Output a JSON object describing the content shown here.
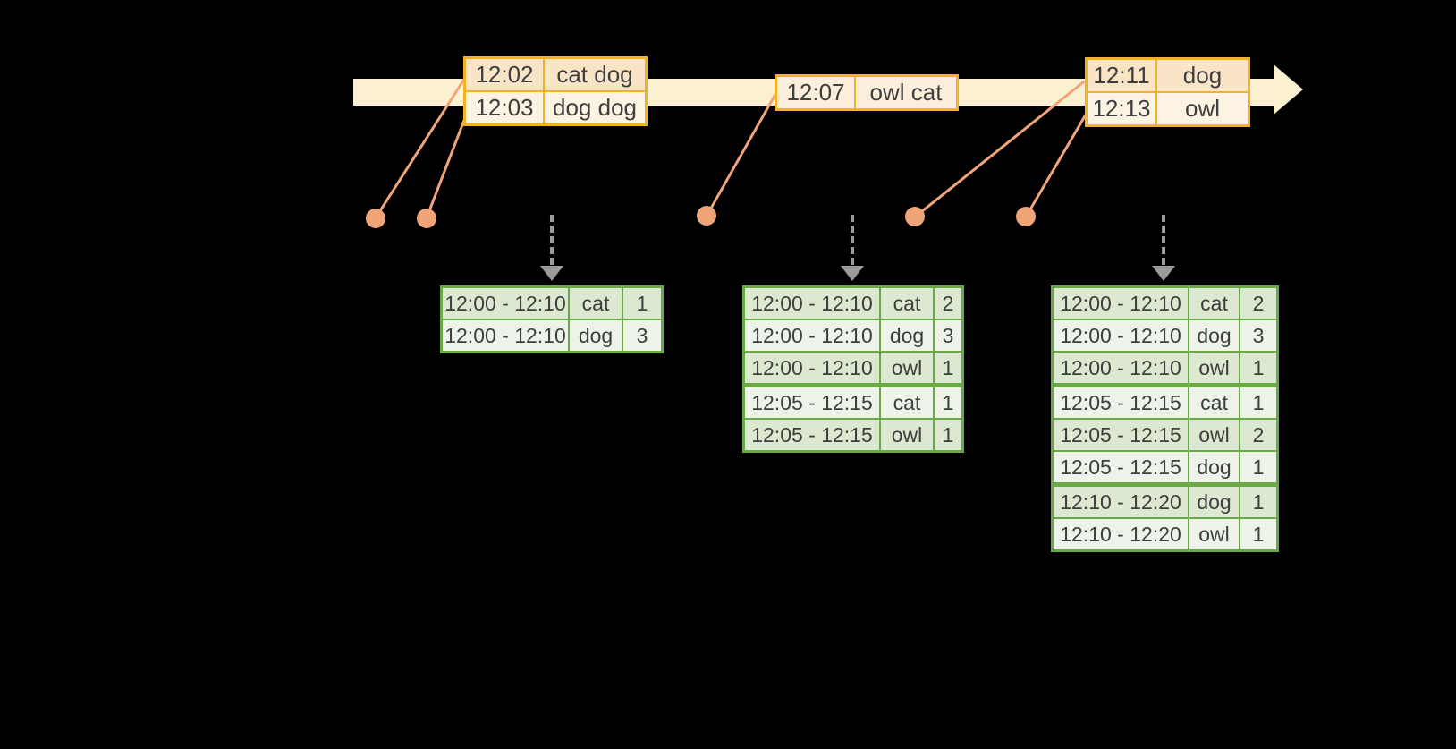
{
  "colors": {
    "background": "#000000",
    "timeline_band": "#fbf1d0",
    "gold_border": "#f1b224",
    "orange_row_dark": "#f9e4c6",
    "orange_row_light": "#fdf3e2",
    "orange_row_mid": "#fbeeda",
    "salmon": "#f0a579",
    "green_border": "#6aaa46",
    "green_row_dark": "#dce8d0",
    "green_row_light": "#eef3e9",
    "arrow_gray": "#9b9b9b",
    "text": "#3e3e3e"
  },
  "icons": {
    "timeline_arrow_head": "filled-right-triangle",
    "event_dot": "filled-circle",
    "down_arrow": "dashed-shaft-triangle-head"
  },
  "event_tables": [
    {
      "rows": [
        {
          "time": "12:02",
          "value": "cat dog"
        },
        {
          "time": "12:03",
          "value": "dog dog"
        }
      ]
    },
    {
      "rows": [
        {
          "time": "12:07",
          "value": "owl cat"
        }
      ]
    },
    {
      "rows": [
        {
          "time": "12:11",
          "value": "dog"
        },
        {
          "time": "12:13",
          "value": "owl"
        }
      ]
    }
  ],
  "result_tables": [
    {
      "rows": [
        {
          "window": "12:00 - 12:10",
          "key": "cat",
          "count": "1"
        },
        {
          "window": "12:00 - 12:10",
          "key": "dog",
          "count": "3"
        }
      ]
    },
    {
      "rows": [
        {
          "window": "12:00 - 12:10",
          "key": "cat",
          "count": "2"
        },
        {
          "window": "12:00 - 12:10",
          "key": "dog",
          "count": "3"
        },
        {
          "window": "12:00 - 12:10",
          "key": "owl",
          "count": "1"
        },
        {
          "window": "12:05 - 12:15",
          "key": "cat",
          "count": "1"
        },
        {
          "window": "12:05 - 12:15",
          "key": "owl",
          "count": "1"
        }
      ]
    },
    {
      "rows": [
        {
          "window": "12:00 - 12:10",
          "key": "cat",
          "count": "2"
        },
        {
          "window": "12:00 - 12:10",
          "key": "dog",
          "count": "3"
        },
        {
          "window": "12:00 - 12:10",
          "key": "owl",
          "count": "1"
        },
        {
          "window": "12:05 - 12:15",
          "key": "cat",
          "count": "1"
        },
        {
          "window": "12:05 - 12:15",
          "key": "owl",
          "count": "2"
        },
        {
          "window": "12:05 - 12:15",
          "key": "dog",
          "count": "1"
        },
        {
          "window": "12:10 - 12:20",
          "key": "dog",
          "count": "1"
        },
        {
          "window": "12:10 - 12:20",
          "key": "owl",
          "count": "1"
        }
      ]
    }
  ]
}
